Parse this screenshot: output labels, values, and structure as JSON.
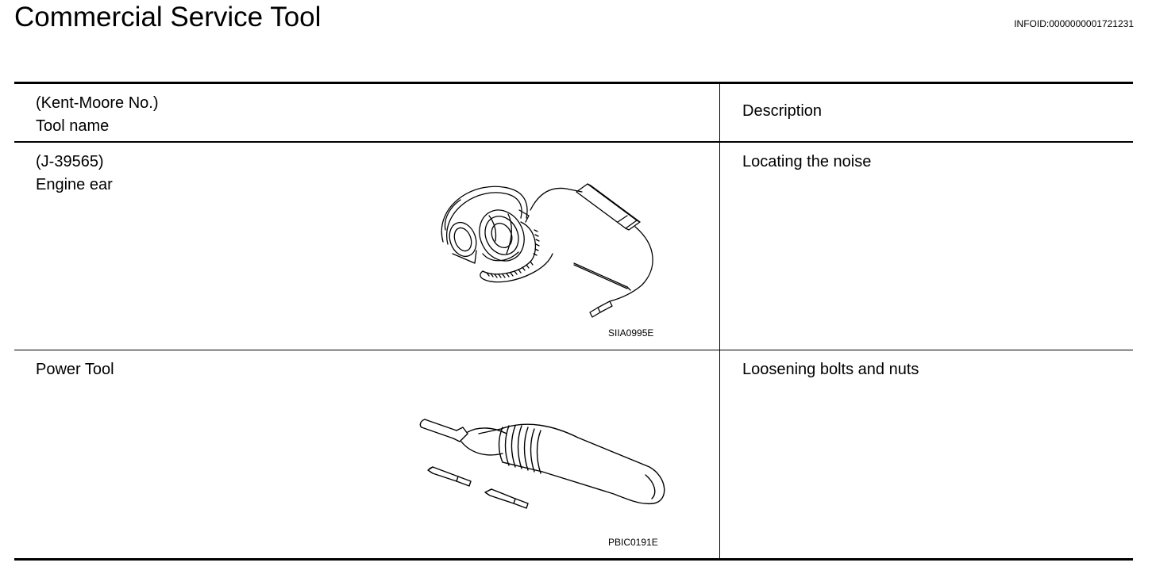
{
  "page": {
    "title": "Commercial Service Tool",
    "info_id": "INFOID:0000000001721231"
  },
  "table": {
    "header": {
      "tool_col_line1": "(Kent-Moore No.)",
      "tool_col_line2": "Tool name",
      "description_col": "Description"
    },
    "rows": [
      {
        "kent_moore_no": "(J-39565)",
        "tool_name": "Engine ear",
        "description": "Locating the noise",
        "figure_code": "SIIA0995E",
        "illustration_icon": "headphones-stethoscope-icon"
      },
      {
        "tool_name": "Power Tool",
        "description": "Loosening bolts and nuts",
        "figure_code": "PBIC0191E",
        "illustration_icon": "power-screwdriver-icon"
      }
    ]
  }
}
